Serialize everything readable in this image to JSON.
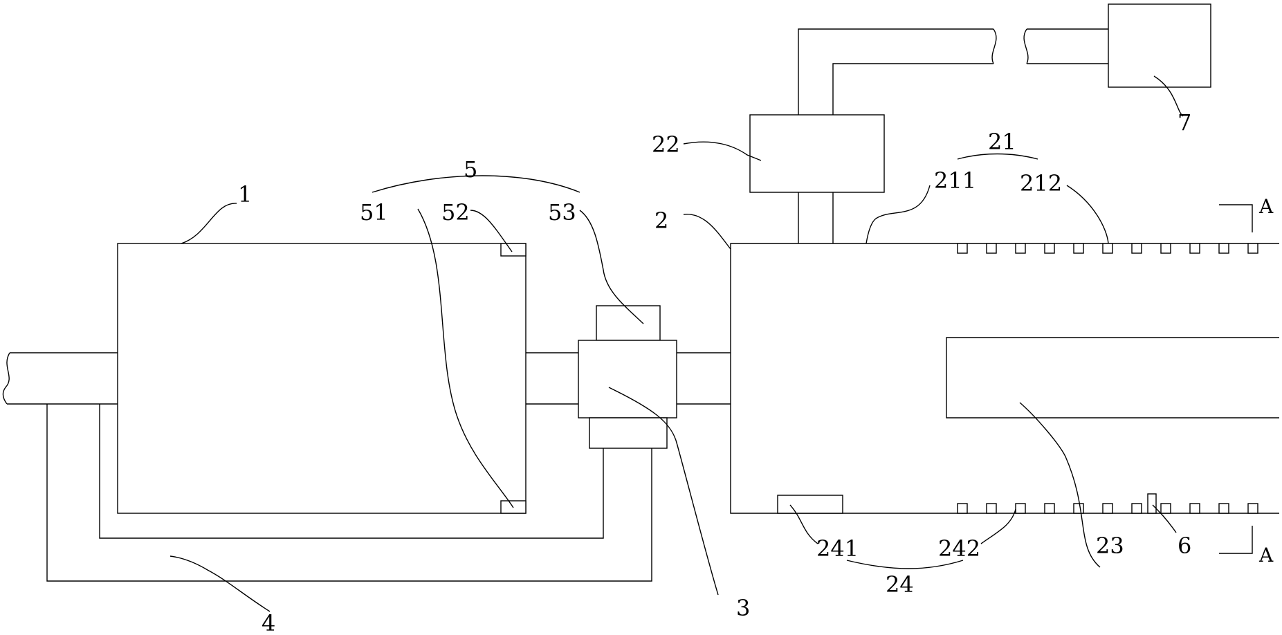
{
  "labels": {
    "l1": "1",
    "l2": "2",
    "l21": "21",
    "l211": "211",
    "l212": "212",
    "l22": "22",
    "l23": "23",
    "l24": "24",
    "l241": "241",
    "l242": "242",
    "l3": "3",
    "l4": "4",
    "l5": "5",
    "l51": "51",
    "l52": "52",
    "l53": "53",
    "l6": "6",
    "l7": "7",
    "section_a_top": "A",
    "section_a_bottom": "A"
  }
}
